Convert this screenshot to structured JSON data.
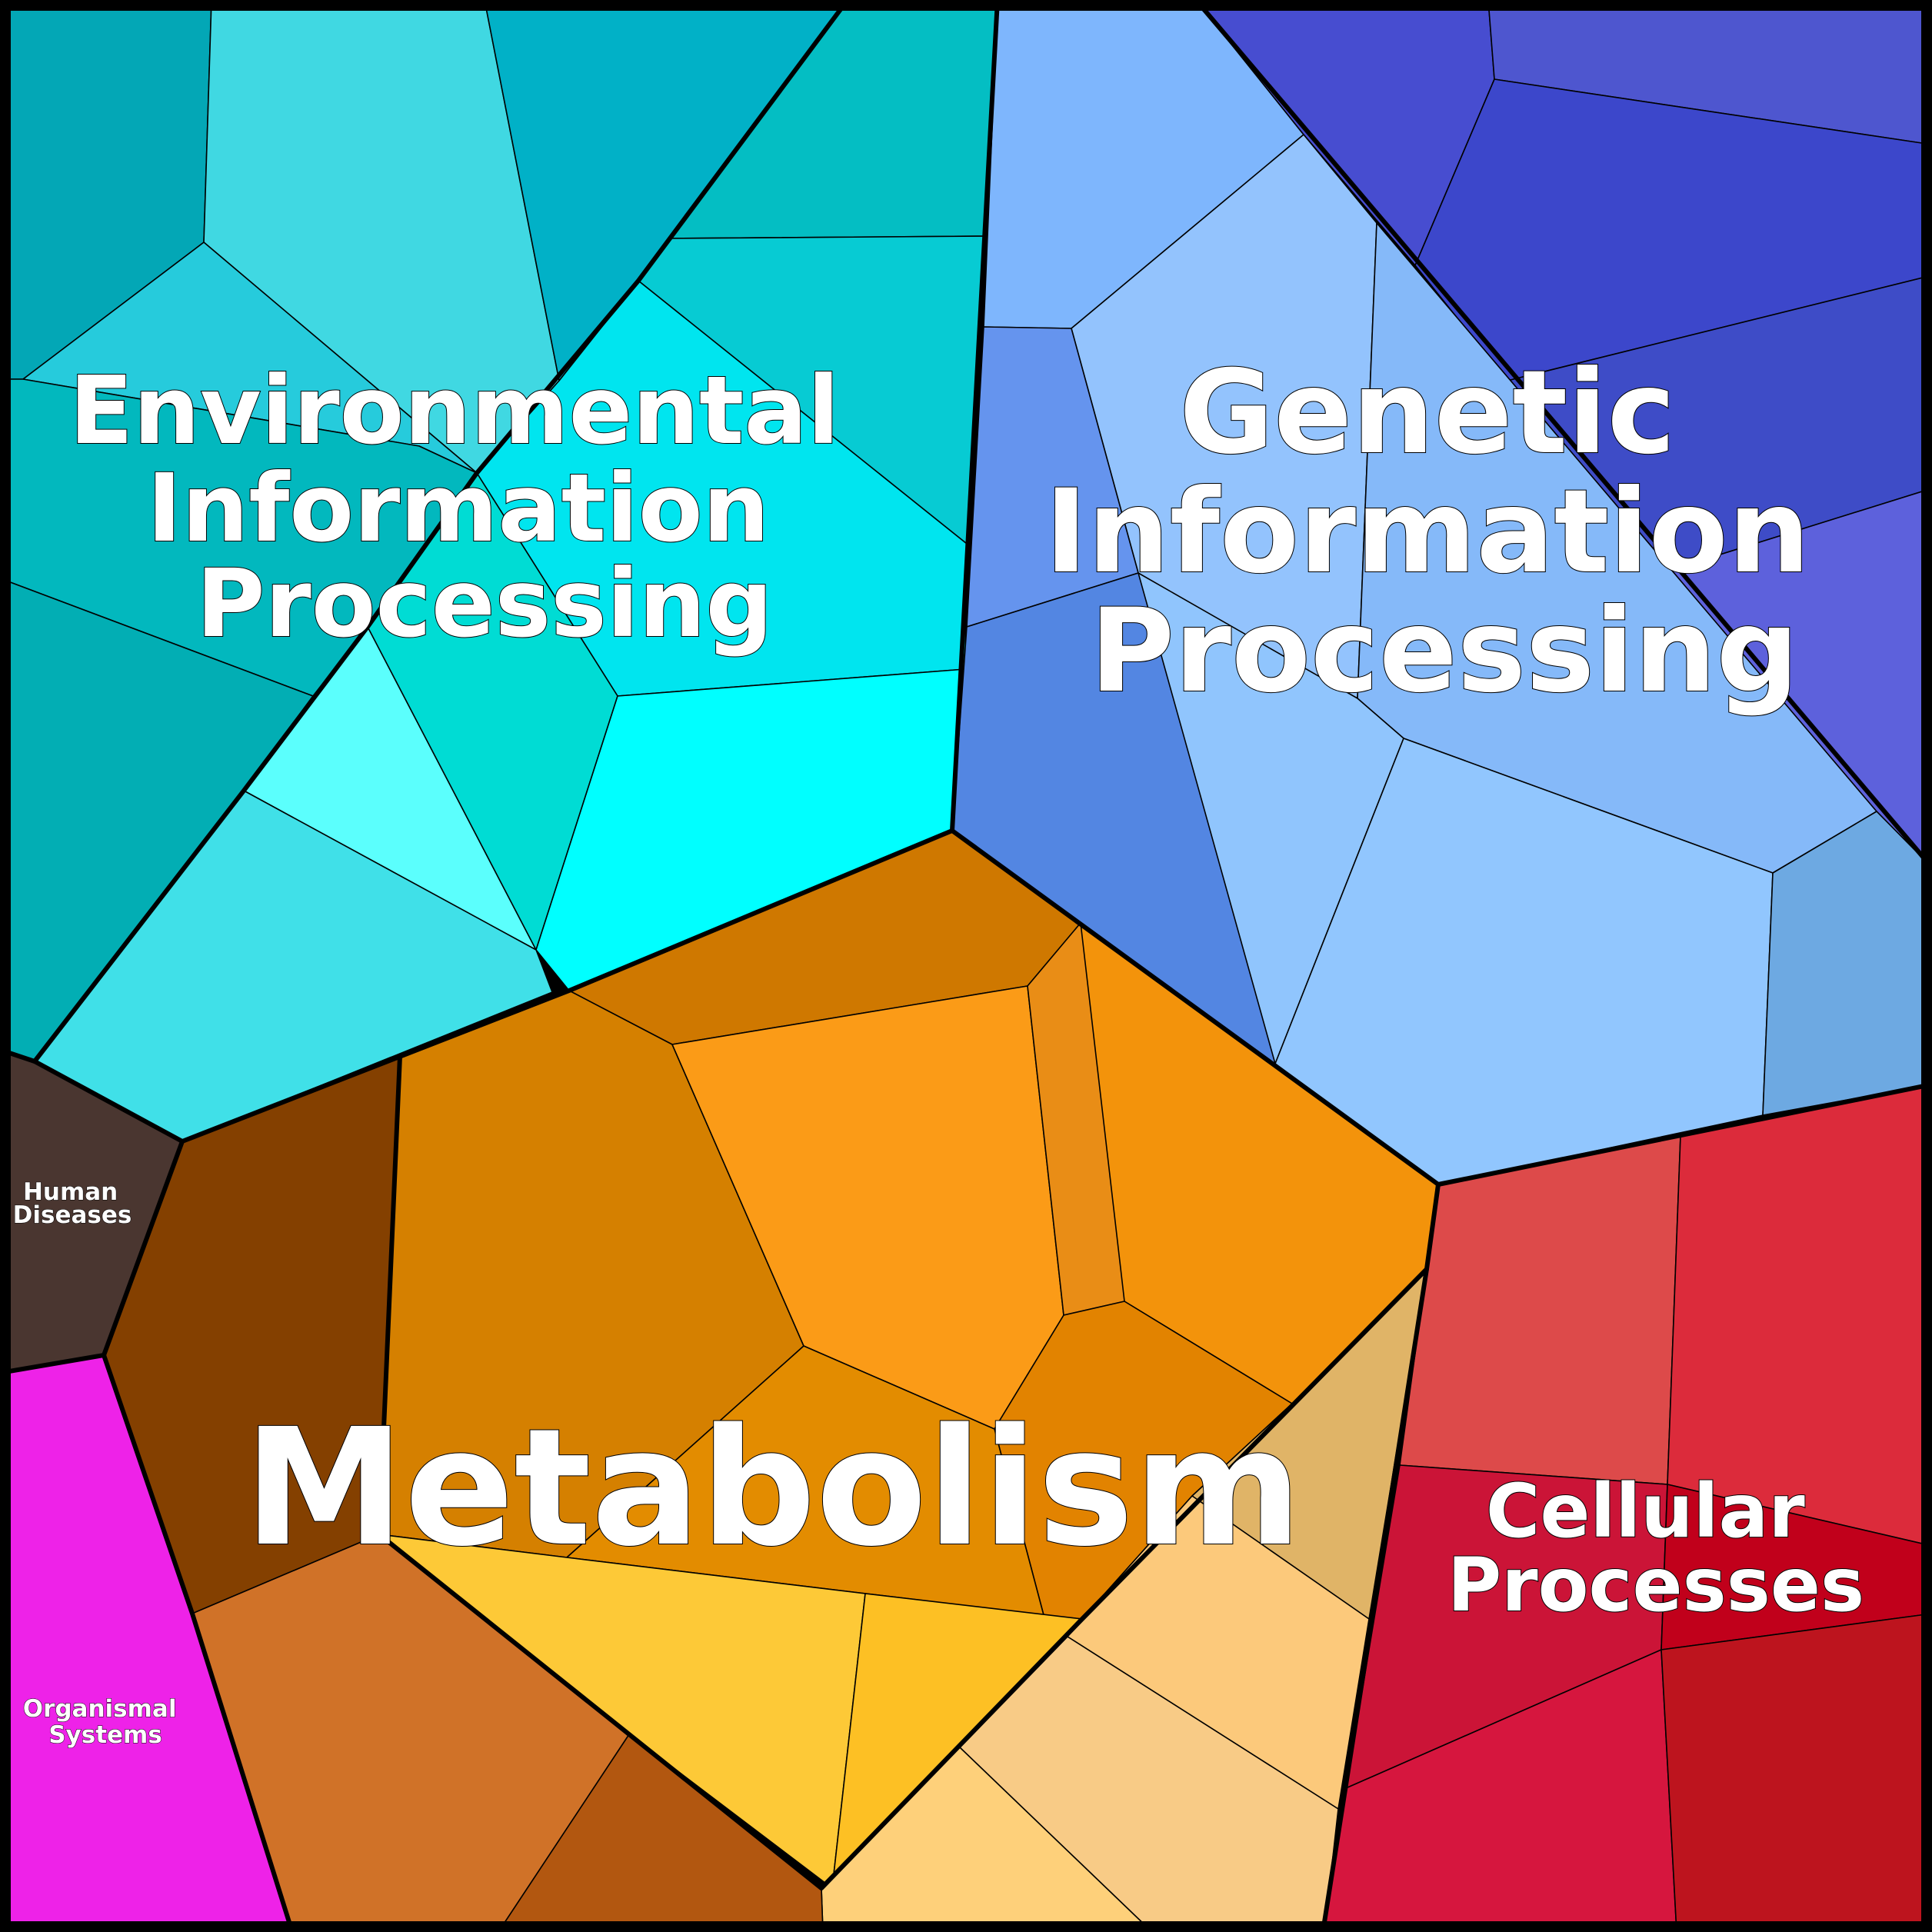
{
  "labels": {
    "environmental": [
      "Environmental",
      "Information",
      "Processing"
    ],
    "genetic": [
      "Genetic",
      "Information",
      "Processing"
    ],
    "metabolism": "Metabolism",
    "cellular": [
      "Cellular",
      "Processes"
    ],
    "human": [
      "Human",
      "Diseases"
    ],
    "organismal": [
      "Organismal",
      "Systems"
    ]
  },
  "colors": {
    "environmental": "#00bcd4",
    "genetic": "#6fa8f5",
    "metabolism": "#e08400",
    "cellular": "#d41c3c",
    "human": "#4a3630",
    "organismal": "#ee22e8"
  }
}
